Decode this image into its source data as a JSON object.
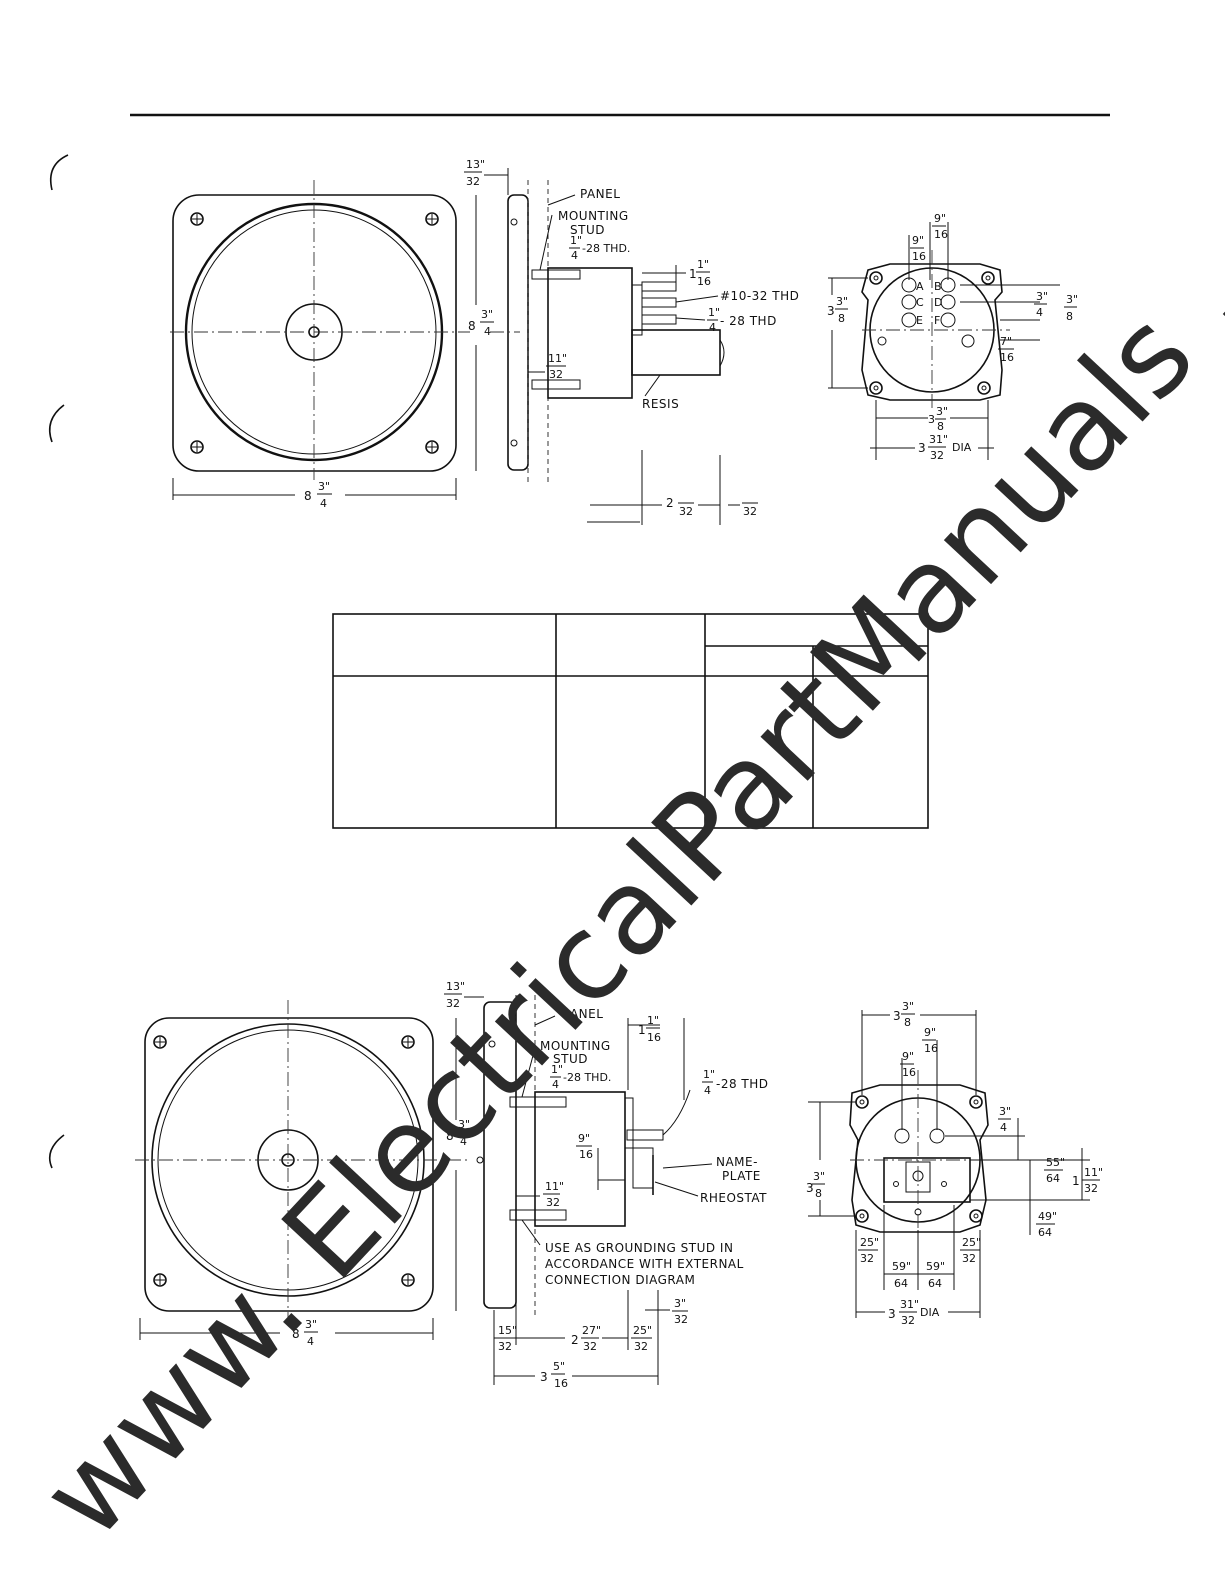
{
  "drawing_top": {
    "front_width": {
      "whole": "8",
      "num": "3\"",
      "den": "4"
    },
    "front_height": {
      "whole": "8",
      "num": "3\"",
      "den": "4"
    },
    "panel_offset": {
      "num": "13\"",
      "den": "32"
    },
    "panel_label": "PANEL",
    "mounting_stud_label_1": "MOUNTING",
    "mounting_stud_label_2": "STUD",
    "mounting_stud_thread": {
      "num": "1\"",
      "den": "4",
      "rest": "-28 THD."
    },
    "terminal_length": {
      "whole": "1",
      "num": "1\"",
      "den": "16"
    },
    "thread_a": "#10-32 THD",
    "thread_b": {
      "num": "1\"",
      "den": "4",
      "rest": "- 28 THD"
    },
    "stud_offset": {
      "num": "11\"",
      "den": "32"
    },
    "resis_label": "RESIS",
    "depth_a": {
      "whole": "2",
      "den": "32"
    },
    "depth_b": {
      "den": "32"
    },
    "rear_dims": {
      "h_9_16_a": {
        "num": "9\"",
        "den": "16"
      },
      "h_9_16_b": {
        "num": "9\"",
        "den": "16"
      },
      "height": {
        "whole": "3",
        "num": "3\"",
        "den": "8"
      },
      "v_3_8": {
        "num": "3\"",
        "den": "8"
      },
      "v_3_4": {
        "num": "3\"",
        "den": "4"
      },
      "v_7_16": {
        "num": "7\"",
        "den": "16"
      },
      "bottom_3_8": {
        "whole": "3",
        "num": "3\"",
        "den": "8"
      },
      "diameter": {
        "whole": "3",
        "num": "31\"",
        "den": "32",
        "rest": "DIA"
      },
      "terminals": [
        "A",
        "B",
        "C",
        "D",
        "E",
        "F"
      ]
    }
  },
  "drawing_bottom": {
    "front_width": {
      "whole": "8",
      "num": "3\"",
      "den": "4"
    },
    "front_height": {
      "whole": "8",
      "num": "3\"",
      "den": "4"
    },
    "panel_offset": {
      "num": "13\"",
      "den": "32"
    },
    "panel_label": "PANEL",
    "terminal_length": {
      "whole": "1",
      "num": "1\"",
      "den": "16"
    },
    "mounting_stud_label_1": "MOUNTING",
    "mounting_stud_label_2": "STUD",
    "mounting_stud_thread": {
      "num": "1\"",
      "den": "4",
      "rest": "-28 THD."
    },
    "thread": {
      "num": "1\"",
      "den": "4",
      "rest": "-28 THD"
    },
    "shaft_offset": {
      "num": "9\"",
      "den": "16"
    },
    "nameplate_1": "NAME-",
    "nameplate_2": "PLATE",
    "rheostat_label": "RHEOSTAT",
    "stud_offset": {
      "num": "11\"",
      "den": "32"
    },
    "ground_note_1": "USE AS GROUNDING STUD IN",
    "ground_note_2": "ACCORDANCE WITH EXTERNAL",
    "ground_note_3": "CONNECTION DIAGRAM",
    "d_15_32": {
      "num": "15\"",
      "den": "32"
    },
    "d_2_27_32": {
      "whole": "2",
      "num": "27\"",
      "den": "32"
    },
    "d_25_32": {
      "num": "25\"",
      "den": "32"
    },
    "d_3_32": {
      "num": "3\"",
      "den": "32"
    },
    "overall_depth": {
      "whole": "3",
      "num": "5\"",
      "den": "16"
    },
    "rear_dims": {
      "top_width": {
        "whole": "3",
        "num": "3\"",
        "den": "8"
      },
      "h_9_16_a": {
        "num": "9\"",
        "den": "16"
      },
      "h_9_16_b": {
        "num": "9\"",
        "den": "16"
      },
      "v_3_4": {
        "num": "3\"",
        "den": "4"
      },
      "height": {
        "whole": "3",
        "num": "3\"",
        "den": "8"
      },
      "v_55_64": {
        "num": "55\"",
        "den": "64"
      },
      "v_1_11_32": {
        "whole": "1",
        "num": "11\"",
        "den": "32"
      },
      "v_49_64": {
        "num": "49\"",
        "den": "64"
      },
      "l_25_32": {
        "num": "25\"",
        "den": "32"
      },
      "r_25_32": {
        "num": "25\"",
        "den": "32"
      },
      "l_59_64": {
        "num": "59\"",
        "den": "64"
      },
      "r_59_64": {
        "num": "59\"",
        "den": "64"
      },
      "diameter": {
        "whole": "3",
        "num": "31\"",
        "den": "32",
        "rest": "DIA"
      }
    }
  },
  "watermark": "www. ElectricalPartManuals . com"
}
